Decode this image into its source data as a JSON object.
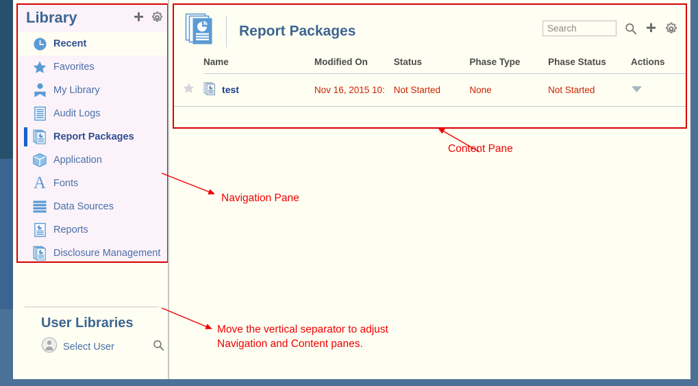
{
  "window": {
    "chrome_strip_colors": [
      "#27506d",
      "#3b6590",
      "#4c7198"
    ],
    "frame_color": "#4c7198",
    "workspace_background": "#fffef2",
    "annotation_color": "#ee0000",
    "accent_color": "#3d6591",
    "nav_panel_background": "#fbf3f9"
  },
  "navigation": {
    "title": "Library",
    "header_actions": [
      {
        "name": "add-icon",
        "label": "Add"
      },
      {
        "name": "gear-icon",
        "label": "Settings"
      }
    ],
    "items": [
      {
        "label": "Recent",
        "icon": "clock-icon",
        "state": "bold"
      },
      {
        "label": "Favorites",
        "icon": "star-icon",
        "state": "normal"
      },
      {
        "label": "My Library",
        "icon": "person-icon",
        "state": "normal"
      },
      {
        "label": "Audit Logs",
        "icon": "lines-document-icon",
        "state": "normal"
      },
      {
        "label": "Report Packages",
        "icon": "report-package-icon",
        "state": "active"
      },
      {
        "label": "Application",
        "icon": "cube-icon",
        "state": "normal"
      },
      {
        "label": "Fonts",
        "icon": "letter-a-icon",
        "state": "normal"
      },
      {
        "label": "Data Sources",
        "icon": "stacked-bars-icon",
        "state": "normal"
      },
      {
        "label": "Reports",
        "icon": "report-icon",
        "state": "normal"
      },
      {
        "label": "Disclosure Management",
        "icon": "report-package-icon",
        "state": "normal"
      }
    ]
  },
  "user_libraries": {
    "title": "User Libraries",
    "select_user_label": "Select User",
    "avatar_icon": "user-avatar-icon",
    "search_icon": "search-icon"
  },
  "content": {
    "title": "Report Packages",
    "title_icon": "report-packages-icon",
    "search": {
      "placeholder": "Search",
      "value": ""
    },
    "toolbar_icons": [
      {
        "name": "search-icon",
        "label": "Search"
      },
      {
        "name": "add-icon",
        "label": "New Report Package"
      },
      {
        "name": "gear-icon",
        "label": "Settings"
      }
    ],
    "table": {
      "columns": [
        "",
        "Name",
        "Modified On",
        "Status",
        "Phase Type",
        "Phase Status",
        "Actions"
      ],
      "rows": [
        {
          "favorite": false,
          "name": "test",
          "name_icon": "report-package-icon",
          "modified_on": "Nov 16, 2015 10:",
          "status": "Not Started",
          "phase_type": "None",
          "phase_status": "Not Started",
          "actions_icon": "chevron-down-icon"
        }
      ]
    }
  },
  "annotations": {
    "content_pane": "Content Pane",
    "navigation_pane": "Navigation Pane",
    "separator_line1": "Move the vertical separator to adjust",
    "separator_line2": "Navigation and Content panes."
  }
}
